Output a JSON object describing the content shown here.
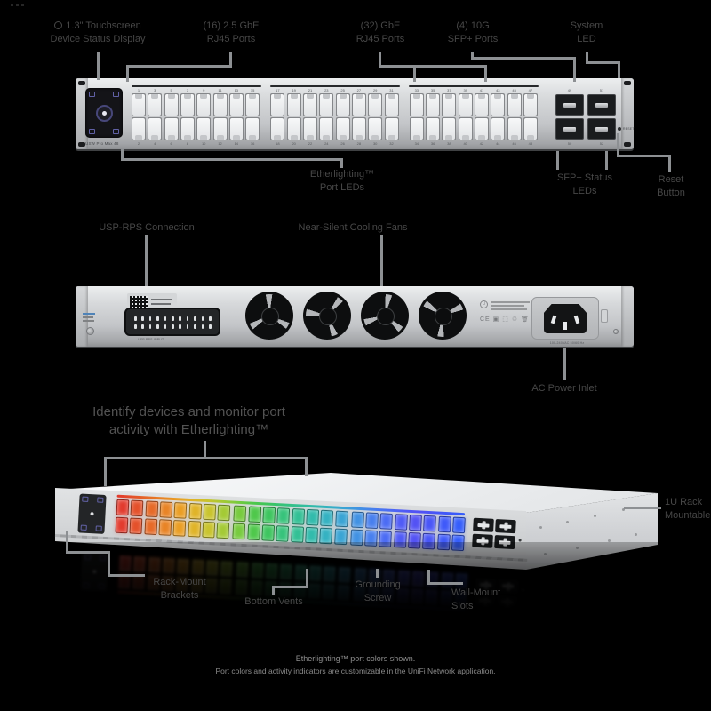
{
  "device": {
    "model_mark": "USW Pro Max 48"
  },
  "front": {
    "callouts": {
      "touchscreen": {
        "l1": "1.3\" Touchscreen",
        "l2": "Device Status Display"
      },
      "ports_25g": {
        "l1": "(16) 2.5 GbE",
        "l2": "RJ45 Ports"
      },
      "ports_1g": {
        "l1": "(32) GbE",
        "l2": "RJ45 Ports"
      },
      "sfp": {
        "l1": "(4) 10G",
        "l2": "SFP+ Ports"
      },
      "system_led": {
        "l1": "System",
        "l2": "LED"
      },
      "etherlighting": {
        "l1": "Etherlighting™",
        "l2": "Port LEDs"
      },
      "sfp_status": {
        "l1": "SFP+ Status",
        "l2": "LEDs"
      },
      "reset": {
        "l1": "Reset",
        "l2": "Button"
      }
    },
    "model_text": "USW Pro Max 48",
    "reset_text": "RESET",
    "port_numbering": {
      "banks": 3,
      "cols_per_bank": 8,
      "rows": 2,
      "first": 1,
      "scheme": "odd top, even bottom"
    },
    "sfp_port_numbers": [
      "49",
      "50",
      "51",
      "52"
    ]
  },
  "rear": {
    "callouts": {
      "rps": {
        "l1": "USP-RPS Connection"
      },
      "fans": {
        "l1": "Near-Silent Cooling Fans"
      },
      "power": {
        "l1": "AC Power Inlet"
      }
    },
    "rps_port_label": "USP RPS INPUT",
    "power_rating": "100-240VAC 50/60 Hz",
    "compliance_mark": "CE"
  },
  "angled": {
    "heading": {
      "l1": "Identify devices and monitor port",
      "l2": "activity with Etherlighting™"
    },
    "callouts": {
      "bracket": {
        "l1": "Rack-Mount",
        "l2": "Brackets"
      },
      "vents": {
        "l1": "Bottom Vents"
      },
      "ground": {
        "l1": "Grounding",
        "l2": "Screw"
      },
      "wallmount": {
        "l1": "Wall-Mount",
        "l2": "Slots"
      },
      "rack1u": {
        "l1": "1U Rack",
        "l2": "Mountable"
      }
    },
    "etherlighting_colors": [
      "#e23b2e",
      "#e4512b",
      "#e66a28",
      "#e88426",
      "#ea9e24",
      "#e0b428",
      "#c9c42e",
      "#a4ca35",
      "#77cb3e",
      "#4fc84b",
      "#3ec55f",
      "#37c37b",
      "#33c095",
      "#32bbac",
      "#35b2c2",
      "#3aa4d4",
      "#4292e3",
      "#487fee",
      "#4c6cf4",
      "#505bf6",
      "#5352f4",
      "#4956f7",
      "#3f5af9",
      "#355efb"
    ]
  },
  "caption": {
    "l1": "Etherlighting™ port colors shown.",
    "l2": "Port colors and activity indicators are customizable in the UniFi Network application."
  },
  "colors": {
    "background": "#000000",
    "label_text": "#474747",
    "heading_text": "#525252",
    "caption_text": "#8f8f8f",
    "connector_line": "#8d9093",
    "chassis_light": "#e8eaec",
    "chassis_dark": "#9fa1a4"
  }
}
